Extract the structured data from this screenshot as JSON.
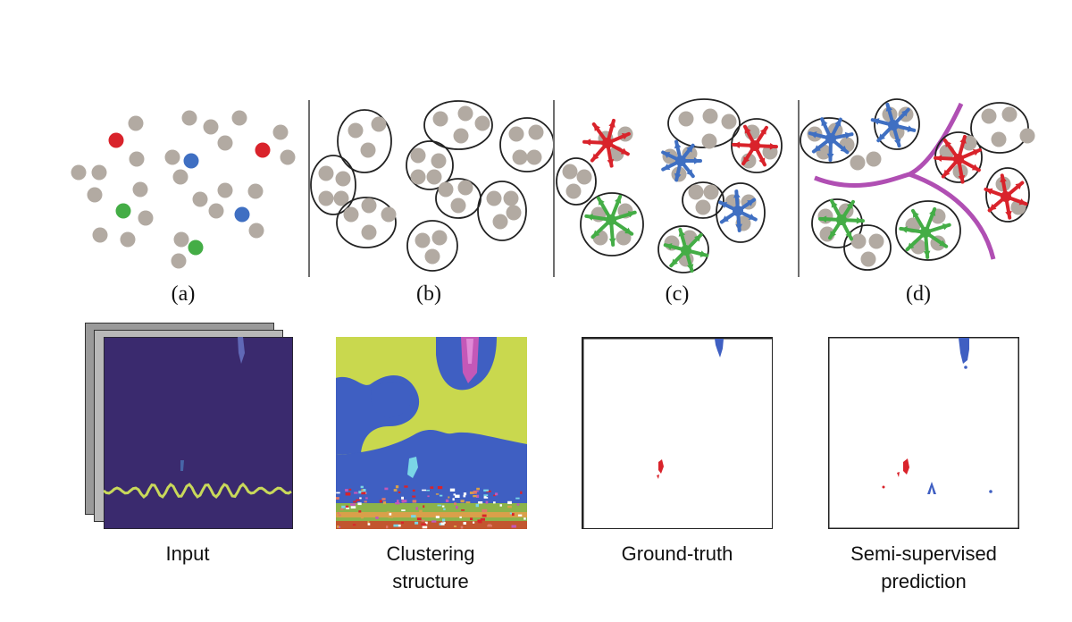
{
  "colors": {
    "point": "#b2aaa2",
    "red": "#d9232b",
    "blue": "#3f6fc2",
    "green": "#44ad46",
    "boundary": "#b04fb3",
    "input_bg": "#3a2a6e",
    "cluster_yellow": "#c9d84e",
    "cluster_blue": "#3f5fc2"
  },
  "panels": {
    "a": {
      "label": "(a)"
    },
    "b": {
      "label": "(b)"
    },
    "c": {
      "label": "(c)"
    },
    "d": {
      "label": "(d)"
    }
  },
  "maps": {
    "input": {
      "caption": "Input"
    },
    "clustering": {
      "caption": "Clustering\nstructure"
    },
    "ground_truth": {
      "caption": "Ground-truth"
    },
    "prediction": {
      "caption": "Semi-supervised\nprediction"
    }
  }
}
